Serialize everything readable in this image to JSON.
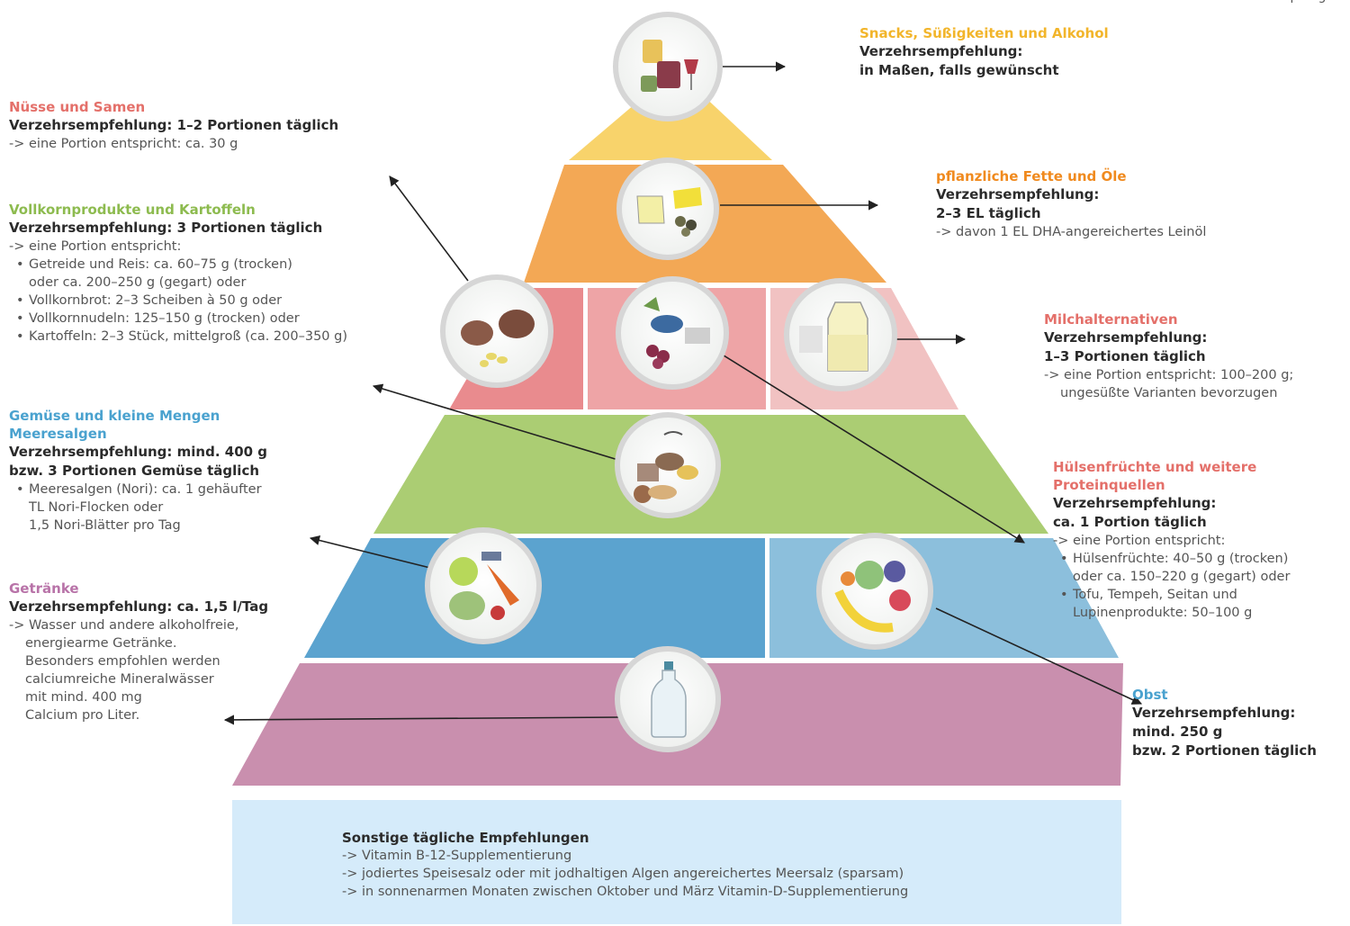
{
  "corner_text": "pierige",
  "colors": {
    "yellow": "#f8d36b",
    "orange": "#f3a855",
    "red": "#e98b8e",
    "red_light": "#f1c2c2",
    "green": "#abcd73",
    "blue": "#5ba3cf",
    "blue_light": "#8cbfdc",
    "purple": "#c98fae",
    "footer": "#d5ebfa"
  },
  "icons": {
    "top": "snacks-alcohol-icon",
    "oils": "oil-butter-icon",
    "nuts": "nuts-seeds-icon",
    "legumes": "legumes-tofu-icon",
    "milk": "milk-alternative-icon",
    "grains": "wholegrain-potato-icon",
    "veg": "vegetables-seaweed-icon",
    "fruit": "fruit-basket-icon",
    "drink": "water-bottle-icon"
  },
  "labels": {
    "snacks": {
      "title": "Snacks, Süßigkeiten und Alkohol",
      "rec": "Verzehrsempfehlung:",
      "rec2": "in Maßen, falls gewünscht"
    },
    "nuts": {
      "title": "Nüsse und Samen",
      "rec": "Verzehrsempfehlung: 1–2 Portionen täglich",
      "p1": "-> eine Portion entspricht: ca. 30 g"
    },
    "grains": {
      "title": "Vollkornprodukte und Kartoffeln",
      "rec": "Verzehrsempfehlung: 3 Portionen täglich",
      "p1": "-> eine Portion entspricht:",
      "items": [
        "Getreide und Reis: ca. 60–75 g (trocken)",
        "oder ca. 200–250 g (gegart) oder",
        "Vollkornbrot: 2–3 Scheiben à 50 g oder",
        "Vollkornnudeln: 125–150 g (trocken) oder",
        "Kartoffeln: 2–3 Stück, mittelgroß (ca. 200–350 g)"
      ]
    },
    "veg": {
      "title1": "Gemüse und kleine Mengen",
      "title2": "Meeresalgen",
      "rec": "Verzehrsempfehlung: mind. 400 g",
      "rec2": "bzw. 3 Portionen Gemüse täglich",
      "items": [
        "Meeresalgen (Nori): ca. 1 gehäufter",
        "TL Nori-Flocken oder",
        "1,5 Nori-Blätter pro Tag"
      ]
    },
    "drinks": {
      "title": "Getränke",
      "rec": "Verzehrsempfehlung: ca. 1,5 l/Tag",
      "lines": [
        "-> Wasser und andere alkoholfreie,",
        "energiearme Getränke.",
        "Besonders empfohlen werden",
        "calciumreiche Mineralwässer",
        "mit mind. 400 mg",
        "Calcium pro Liter."
      ]
    },
    "oils": {
      "title": "pflanzliche Fette und Öle",
      "rec": "Verzehrsempfehlung:",
      "rec2": "2–3 EL täglich",
      "p1": "-> davon 1 EL DHA-angereichertes Leinöl"
    },
    "milk": {
      "title": "Milchalternativen",
      "rec": "Verzehrsempfehlung:",
      "rec2": "1–3 Portionen täglich",
      "p1": "-> eine Portion entspricht: 100–200 g;",
      "p2": "ungesüßte Varianten bevorzugen"
    },
    "legumes": {
      "title1": "Hülsenfrüchte und weitere",
      "title2": "Proteinquellen",
      "rec": "Verzehrsempfehlung:",
      "rec2": "ca. 1 Portion täglich",
      "p1": "-> eine Portion entspricht:",
      "items": [
        "Hülsenfrüchte: 40–50 g (trocken)",
        "oder ca. 150–220 g (gegart) oder",
        "Tofu, Tempeh, Seitan und",
        "Lupinenprodukte: 50–100 g"
      ]
    },
    "fruit": {
      "title": "Obst",
      "rec": "Verzehrsempfehlung:",
      "rec2": "mind. 250 g",
      "rec3": "bzw. 2 Portionen täglich"
    }
  },
  "footer": {
    "title": "Sonstige tägliche Empfehlungen",
    "lines": [
      "-> Vitamin B-12-Supplementierung",
      "-> jodiertes Speisesalz oder mit jodhaltigen Algen angereichertes Meersalz (sparsam)",
      "-> in sonnenarmen Monaten zwischen Oktober und März Vitamin-D-Supplementierung"
    ]
  }
}
